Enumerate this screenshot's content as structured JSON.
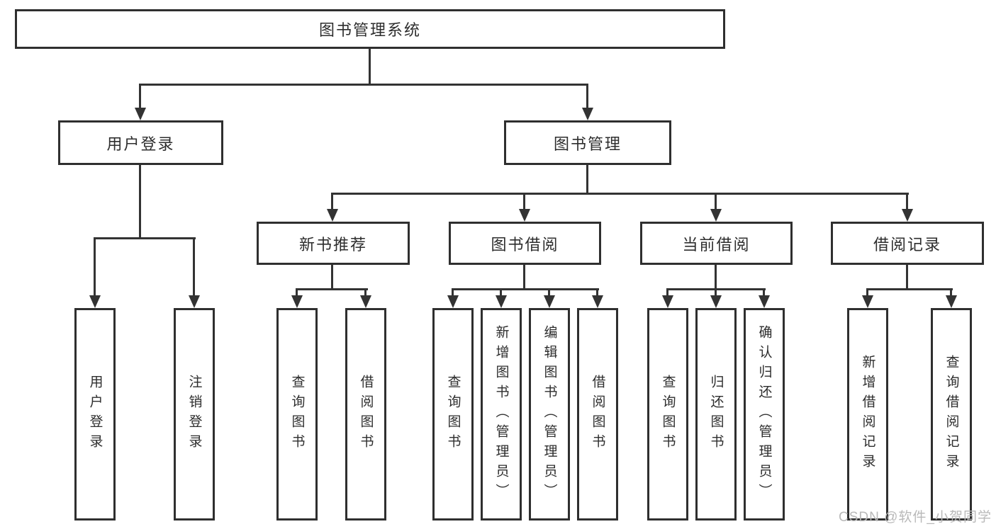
{
  "diagram": {
    "title": "图书管理系统",
    "nodes": {
      "root": "图书管理系统",
      "user_login": "用户登录",
      "book_mgmt": "图书管理",
      "new_book_rec": "新书推荐",
      "book_borrow": "图书借阅",
      "current_borrow": "当前借阅",
      "borrow_record": "借阅记录"
    },
    "leaves": [
      {
        "label": "用户登录",
        "parent": "用户登录"
      },
      {
        "label": "注销登录",
        "parent": "用户登录"
      },
      {
        "label": "查询图书",
        "parent": "新书推荐"
      },
      {
        "label": "借阅图书",
        "parent": "新书推荐"
      },
      {
        "label": "查询图书",
        "parent": "图书借阅"
      },
      {
        "label": "新增图书（管理员）",
        "parent": "图书借阅"
      },
      {
        "label": "编辑图书（管理员）",
        "parent": "图书借阅"
      },
      {
        "label": "借阅图书",
        "parent": "图书借阅"
      },
      {
        "label": "查询图书",
        "parent": "当前借阅"
      },
      {
        "label": "归还图书",
        "parent": "当前借阅"
      },
      {
        "label": "确认归还（管理员）",
        "parent": "当前借阅"
      },
      {
        "label": "新增借阅记录",
        "parent": "借阅记录"
      },
      {
        "label": "查询借阅记录",
        "parent": "借阅记录"
      }
    ]
  },
  "watermark": "CSDN @软件_小贺同学",
  "colors": {
    "line": "#333333",
    "border": "#2f2f2f",
    "text": "#2d2d2d",
    "watermark": "#b9b9b9",
    "background": "#ffffff"
  }
}
